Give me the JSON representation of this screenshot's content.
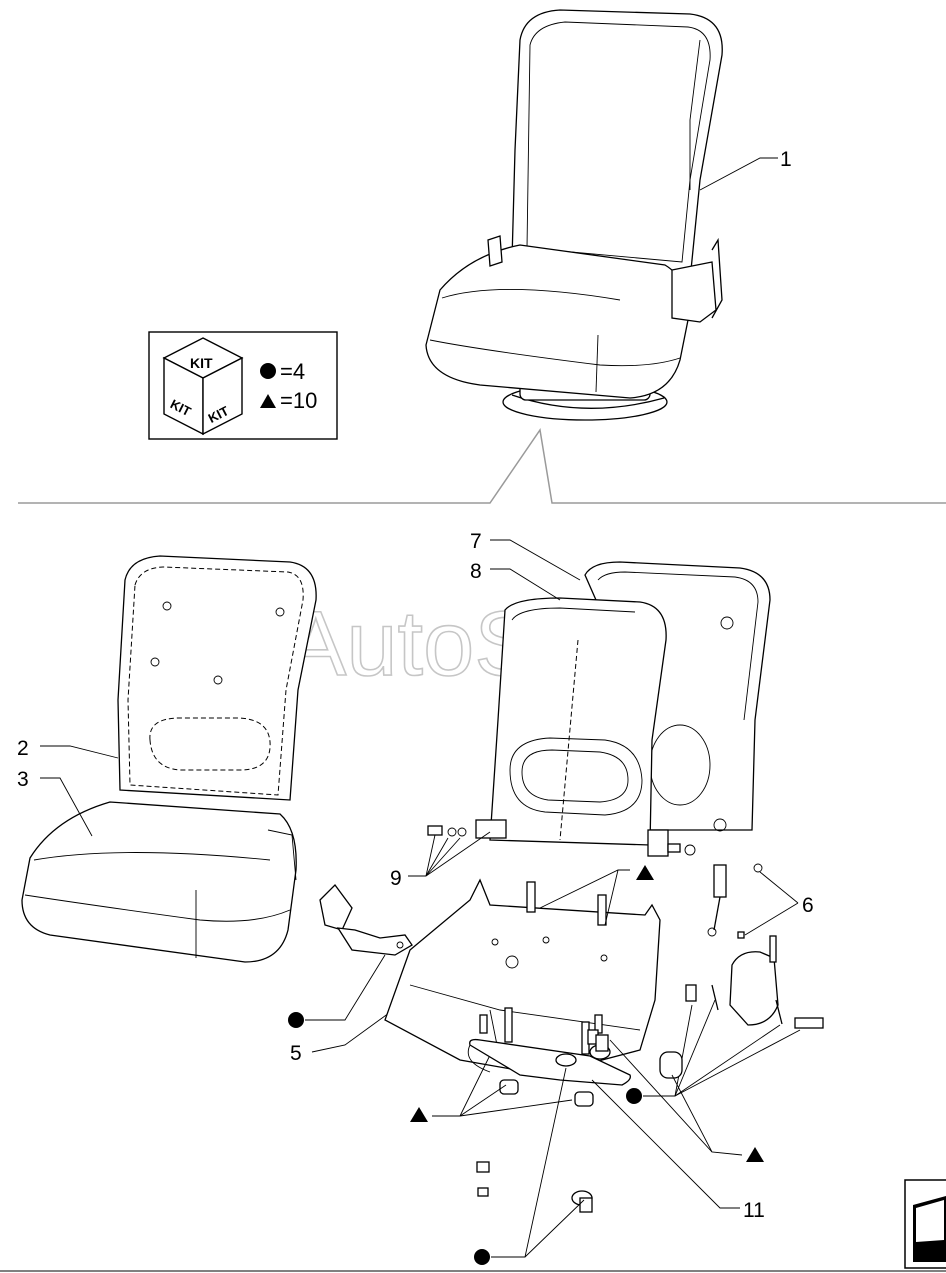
{
  "watermark": "AutoSoft",
  "kit_box": {
    "cube_top": "KIT",
    "cube_left": "KIT",
    "cube_right": "KIT",
    "circle_count": "=4",
    "triangle_count": "=10"
  },
  "callouts": {
    "c1": "1",
    "c2": "2",
    "c3": "3",
    "c5": "5",
    "c6": "6",
    "c7": "7",
    "c8": "8",
    "c9": "9",
    "c11": "11"
  }
}
